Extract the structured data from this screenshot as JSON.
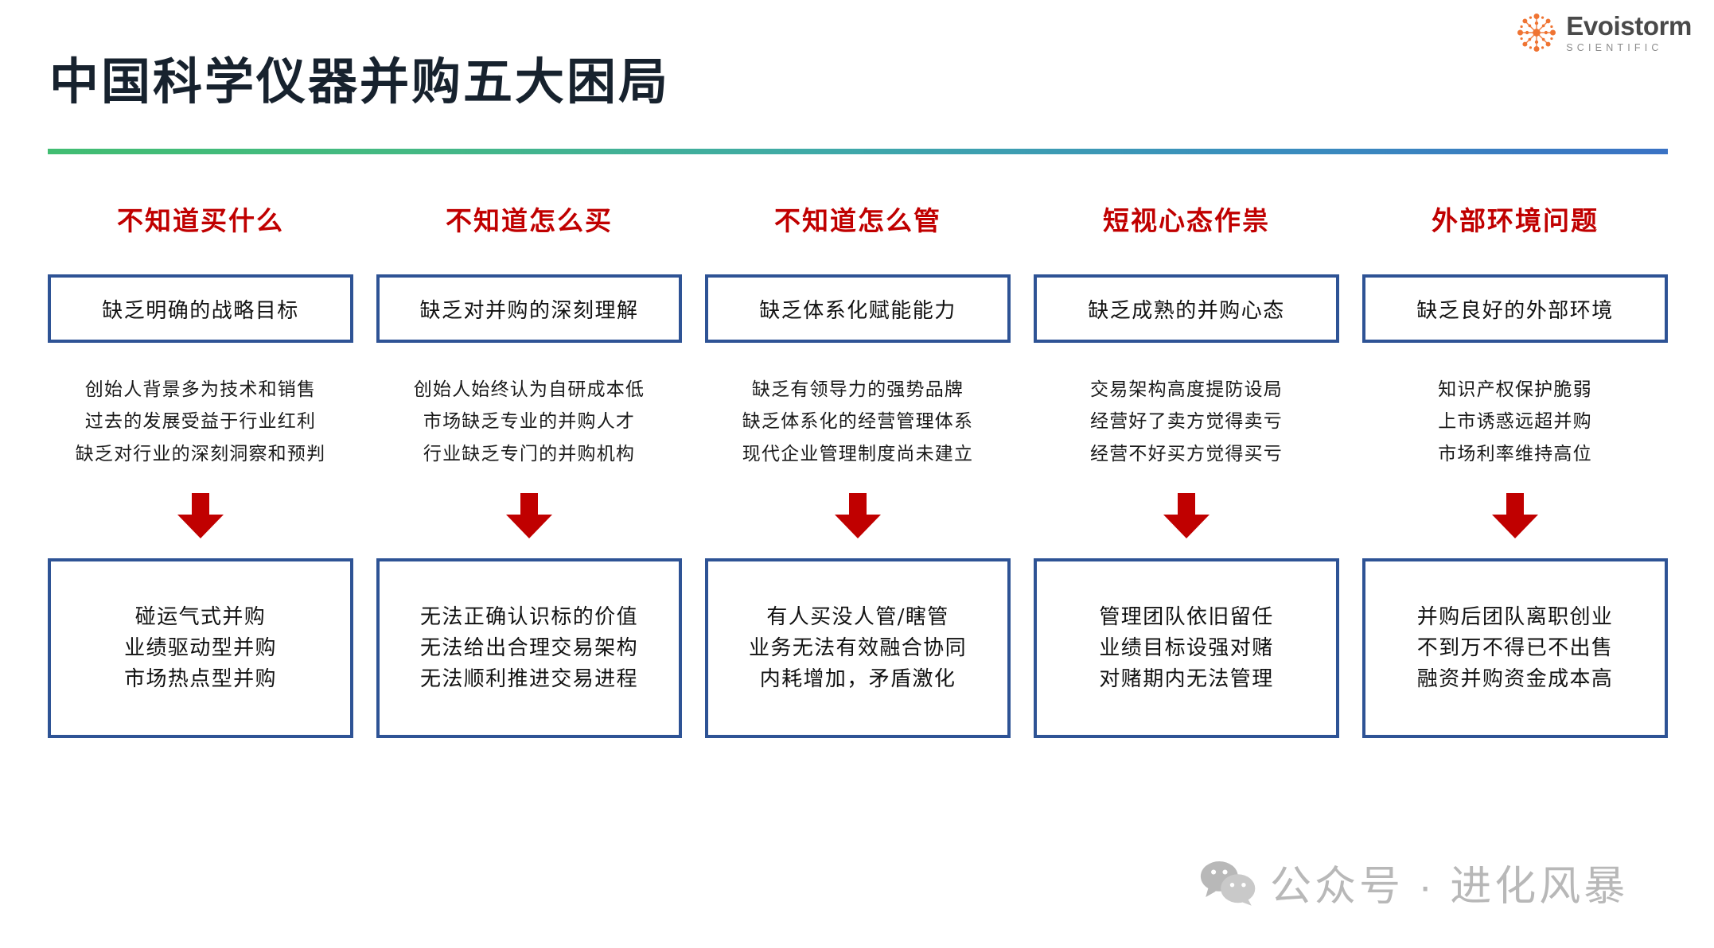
{
  "brand": {
    "name": "Evoistorm",
    "tagline": "SCIENTIFIC",
    "mark_color": "#ef7433"
  },
  "header": {
    "title": "中国科学仪器并购五大困局",
    "divider_from": "#41bd72",
    "divider_to": "#3a72c4"
  },
  "theme": {
    "heading_color": "#c00000",
    "box_border_color": "#2e5395",
    "arrow_color": "#c00000",
    "text_color": "#111111"
  },
  "columns": [
    {
      "heading": "不知道买什么",
      "top_box": "缺乏明确的战略目标",
      "bullets": [
        "创始人背景多为技术和销售",
        "过去的发展受益于行业红利",
        "缺乏对行业的深刻洞察和预判"
      ],
      "arrow": "down-arrow-icon",
      "outcomes": [
        "碰运气式并购",
        "业绩驱动型并购",
        "市场热点型并购"
      ]
    },
    {
      "heading": "不知道怎么买",
      "top_box": "缺乏对并购的深刻理解",
      "bullets": [
        "创始人始终认为自研成本低",
        "市场缺乏专业的并购人才",
        "行业缺乏专门的并购机构"
      ],
      "arrow": "down-arrow-icon",
      "outcomes": [
        "无法正确认识标的价值",
        "无法给出合理交易架构",
        "无法顺利推进交易进程"
      ]
    },
    {
      "heading": "不知道怎么管",
      "top_box": "缺乏体系化赋能能力",
      "bullets": [
        "缺乏有领导力的强势品牌",
        "缺乏体系化的经营管理体系",
        "现代企业管理制度尚未建立"
      ],
      "arrow": "down-arrow-icon",
      "outcomes": [
        "有人买没人管/瞎管",
        "业务无法有效融合协同",
        "内耗增加，矛盾激化"
      ]
    },
    {
      "heading": "短视心态作祟",
      "top_box": "缺乏成熟的并购心态",
      "bullets": [
        "交易架构高度提防设局",
        "经营好了卖方觉得卖亏",
        "经营不好买方觉得买亏"
      ],
      "arrow": "down-arrow-icon",
      "outcomes": [
        "管理团队依旧留任",
        "业绩目标设强对赌",
        "对赌期内无法管理"
      ]
    },
    {
      "heading": "外部环境问题",
      "top_box": "缺乏良好的外部环境",
      "bullets": [
        "知识产权保护脆弱",
        "上市诱惑远超并购",
        "市场利率维持高位"
      ],
      "arrow": "down-arrow-icon",
      "outcomes": [
        "并购后团队离职创业",
        "不到万不得已不出售",
        "融资并购资金成本高"
      ]
    }
  ],
  "watermark": {
    "icon": "wechat-icon",
    "text": "公众号 · 进化风暴",
    "color": "#b8b8b8"
  }
}
